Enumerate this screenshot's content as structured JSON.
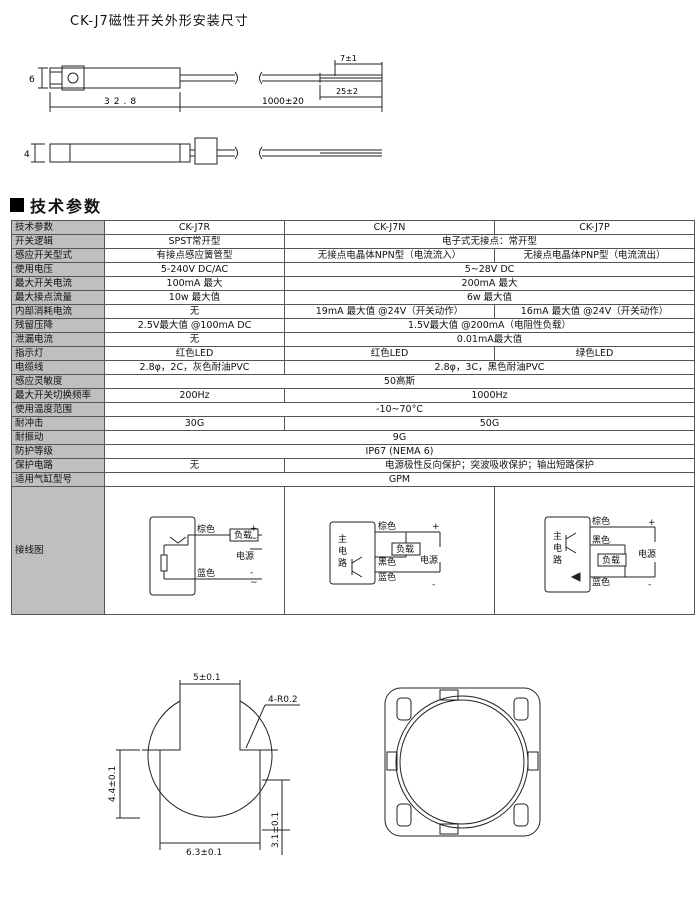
{
  "title": "CK-J7磁性开关外形安装尺寸",
  "drawing_top": {
    "dim_6": "6",
    "dim_7": "7±1",
    "dim_25": "25±2",
    "dim_328": "32.8",
    "dim_1000": "1000±20",
    "dim_4": "4"
  },
  "section_title": "技术参数",
  "table": {
    "header": [
      "技术参数",
      "CK-J7R",
      "CK-J7N",
      "CK-J7P"
    ],
    "rows": [
      {
        "label": "开关逻辑",
        "cells": [
          "SPST常开型",
          "电子式无接点：常开型"
        ]
      },
      {
        "label": "感应开关型式",
        "cells": [
          "有接点感应簧管型",
          "无接点电晶体NPN型（电流流入）",
          "无接点电晶体PNP型（电流流出）"
        ]
      },
      {
        "label": "使用电压",
        "cells": [
          "5-240V DC/AC",
          "5~28V DC"
        ]
      },
      {
        "label": "最大开关电流",
        "cells": [
          "100mA 最大",
          "200mA 最大"
        ]
      },
      {
        "label": "最大接点流量",
        "cells": [
          "10w 最大值",
          "6w 最大值"
        ]
      },
      {
        "label": "内部消耗电流",
        "cells": [
          "无",
          "19mA 最大值 @24V（开关动作）",
          "16mA 最大值 @24V（开关动作）"
        ]
      },
      {
        "label": "残留压降",
        "cells": [
          "2.5V最大值 @100mA DC",
          "1.5V最大值 @200mA（电阻性负载）"
        ]
      },
      {
        "label": "泄漏电流",
        "cells": [
          "无",
          "0.01mA最大值"
        ]
      },
      {
        "label": "指示灯",
        "cells": [
          "红色LED",
          "红色LED",
          "绿色LED"
        ]
      },
      {
        "label": "电缆线",
        "cells": [
          "2.8φ，2C，灰色耐油PVC",
          "2.8φ，3C，黑色耐油PVC"
        ]
      },
      {
        "label": "感应灵敏度",
        "cells": [
          "50高斯"
        ]
      },
      {
        "label": "最大开关切换频率",
        "cells": [
          "200Hz",
          "1000Hz"
        ]
      },
      {
        "label": "使用温度范围",
        "cells": [
          "-10~70°C"
        ]
      },
      {
        "label": "耐冲击",
        "cells": [
          "30G",
          "50G"
        ]
      },
      {
        "label": "耐振动",
        "cells": [
          "9G"
        ]
      },
      {
        "label": "防护等级",
        "cells": [
          "IP67 (NEMA 6)"
        ]
      },
      {
        "label": "保护电路",
        "cells": [
          "无",
          "电源极性反向保护；突波吸收保护；输出短路保护"
        ]
      },
      {
        "label": "适用气缸型号",
        "cells": [
          "GPM"
        ]
      },
      {
        "label": "接线图",
        "cells": []
      }
    ]
  },
  "wiring": {
    "brown": "棕色",
    "blue": "蓝色",
    "black": "黑色",
    "load": "负载",
    "power": "电源",
    "main": [
      "主",
      "电",
      "路"
    ],
    "plus": "+",
    "minus": "-",
    "tilde": "~"
  },
  "bottom": {
    "dim_5": "5±0.1",
    "dim_r": "4-R0.2",
    "dim_44": "4.4±0.1",
    "dim_63": "6.3±0.1",
    "dim_31": "3.1±0.1"
  }
}
